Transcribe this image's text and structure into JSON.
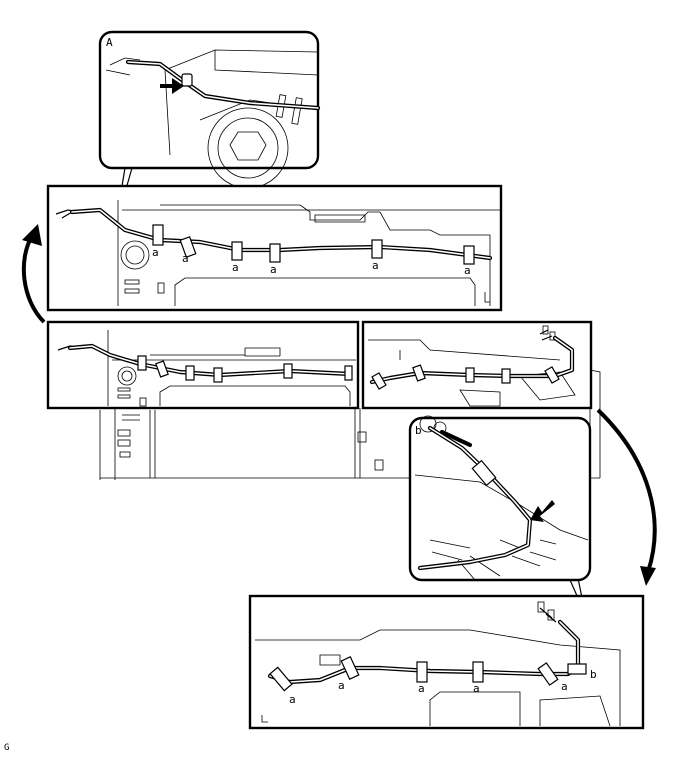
{
  "labels": {
    "callout_top": "A",
    "callout_mid": "b",
    "clip": "a",
    "clip_end": "b",
    "figure_id": "G"
  }
}
